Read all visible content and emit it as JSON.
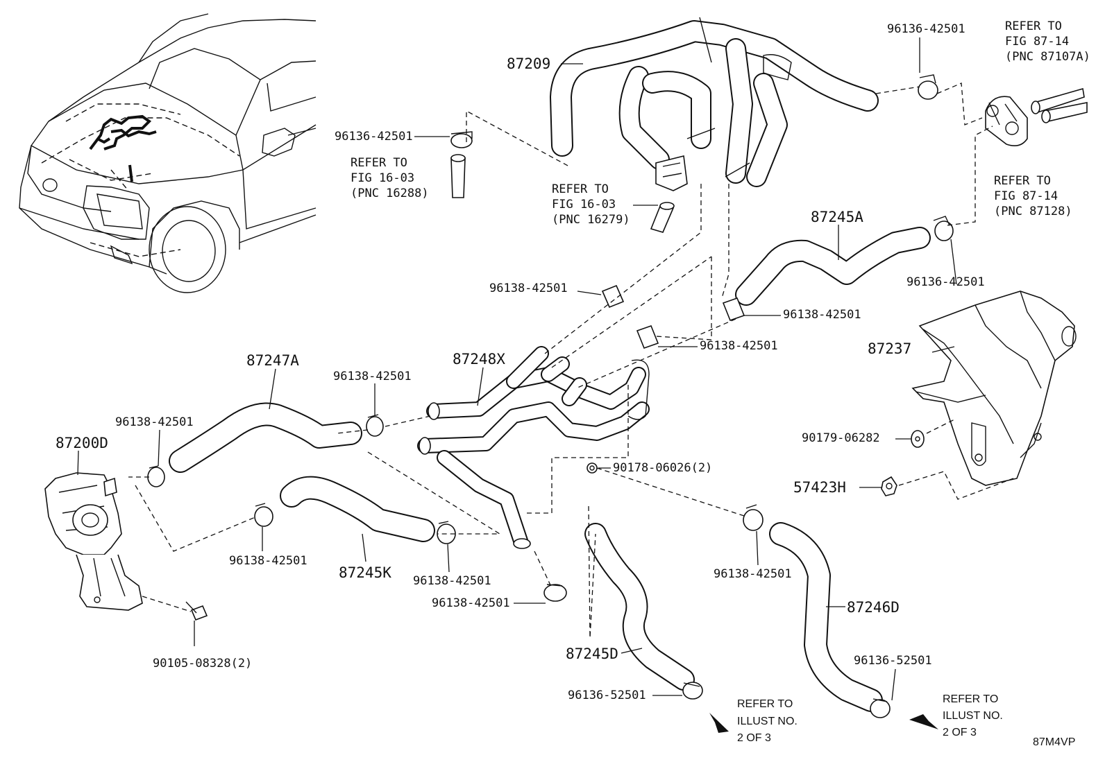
{
  "diagram_code": "87M4VP",
  "parts": {
    "p87209": "87209",
    "p87245A": "87245A",
    "p87237": "87237",
    "p87247A": "87247A",
    "p87248X": "87248X",
    "p87200D": "87200D",
    "p87245K": "87245K",
    "p87245D": "87245D",
    "p87246D": "87246D",
    "p90179": "90179-06282",
    "p57423H": "57423H",
    "p90178": "90178-06026(2)",
    "p90105": "90105-08328(2)"
  },
  "clamps": {
    "c_96136_top_left": "96136-42501",
    "c_96136_top_right": "96136-42501",
    "c_96136_right_mid": "96136-42501",
    "c_96138_mid1": "96138-42501",
    "c_96138_mid2": "96138-42501",
    "c_96138_mid3": "96138-42501",
    "c_96138_87247": "96138-42501",
    "c_96138_pump": "96138-42501",
    "c_96138_lower_left": "96138-42501",
    "c_96138_lower_mid": "96138-42501",
    "c_96138_lower_center": "96138-42501",
    "c_96138_lower_right": "96138-42501",
    "c_96136_52501_a": "96136-52501",
    "c_96136_52501_b": "96136-52501"
  },
  "refs": {
    "ref_16288": [
      "REFER TO",
      "FIG 16-03",
      "(PNC 16288)"
    ],
    "ref_16279": [
      "REFER TO",
      "FIG 16-03",
      "(PNC 16279)"
    ],
    "ref_87107A": [
      "REFER TO",
      "FIG 87-14",
      "(PNC 87107A)"
    ],
    "ref_87128": [
      "REFER TO",
      "FIG 87-14",
      "(PNC 87128)"
    ],
    "ref_illust_a": [
      "REFER TO",
      "ILLUST NO.",
      "2 OF 3"
    ],
    "ref_illust_b": [
      "REFER TO",
      "ILLUST NO.",
      "2 OF 3"
    ]
  }
}
